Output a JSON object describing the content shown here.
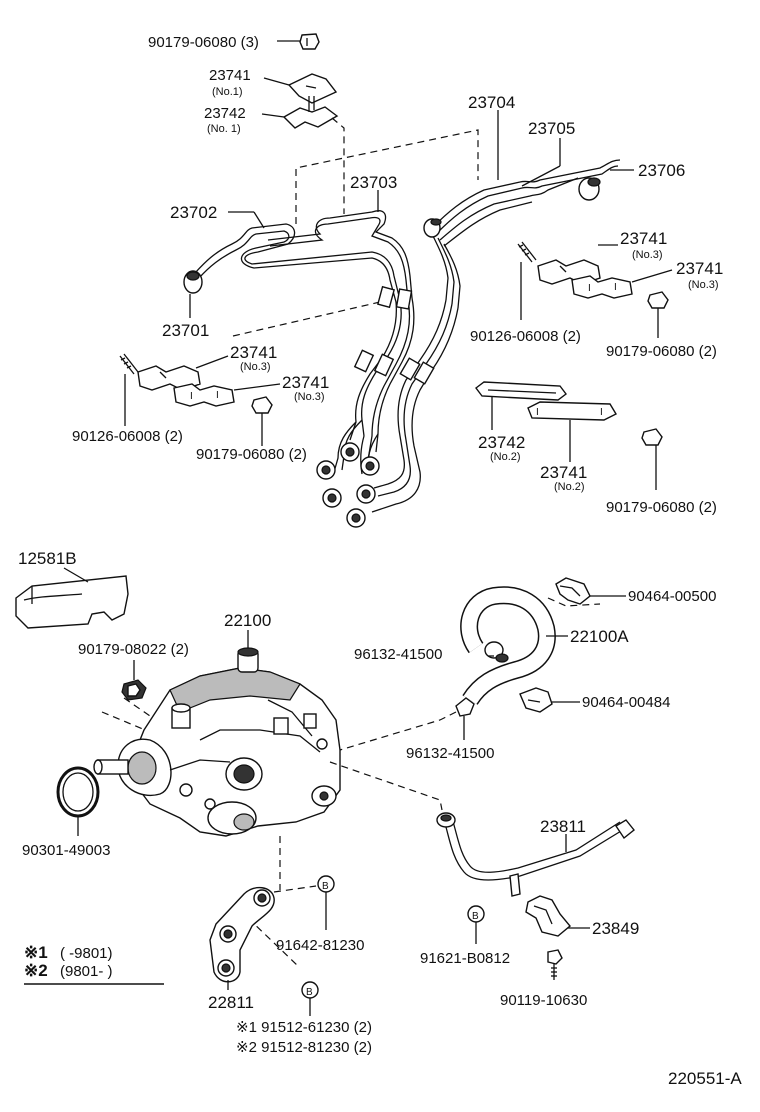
{
  "diagram_id": "220551-A",
  "legend": [
    {
      "mark": "※1",
      "range": "(       -9801)"
    },
    {
      "mark": "※2",
      "range": "(9801-        )"
    }
  ],
  "labels": {
    "nut_top": "90179-06080 (3)",
    "p23741_top": "23741",
    "p23741_top_sub": "(No.1)",
    "p23742_top": "23742",
    "p23742_top_sub": "(No. 1)",
    "p23704": "23704",
    "p23705": "23705",
    "p23706": "23706",
    "p23703": "23703",
    "p23702": "23702",
    "p23701": "23701",
    "p23741_r1": "23741",
    "p23741_r1_sub": "(No.3)",
    "p23741_r2": "23741",
    "p23741_r2_sub": "(No.3)",
    "stud_r": "90126-06008 (2)",
    "nut_r": "90179-06080 (2)",
    "p23741_l1": "23741",
    "p23741_l1_sub": "(No.3)",
    "p23741_l2": "23741",
    "p23741_l2_sub": "(No.3)",
    "stud_l": "90126-06008 (2)",
    "nut_l": "90179-06080 (2)",
    "p23742_mid": "23742",
    "p23742_mid_sub": "(No.2)",
    "p23741_mid": "23741",
    "p23741_mid_sub": "(No.2)",
    "nut_mid": "90179-06080 (2)",
    "p12581B": "12581B",
    "p22100": "22100",
    "nut_pump": "90179-08022 (2)",
    "clamp_a": "96132-41500",
    "p22100A": "22100A",
    "clip_1": "90464-00500",
    "clip_2": "90464-00484",
    "clamp_b": "96132-41500",
    "oring": "90301-49003",
    "p23811": "23811",
    "p23849": "23849",
    "bolt_a": "91642-81230",
    "bolt_b": "91621-B0812",
    "bolt_c": "90119-10630",
    "p22811": "22811",
    "bolt_v1": "※1 91512-61230 (2)",
    "bolt_v2": "※2 91512-81230 (2)"
  }
}
